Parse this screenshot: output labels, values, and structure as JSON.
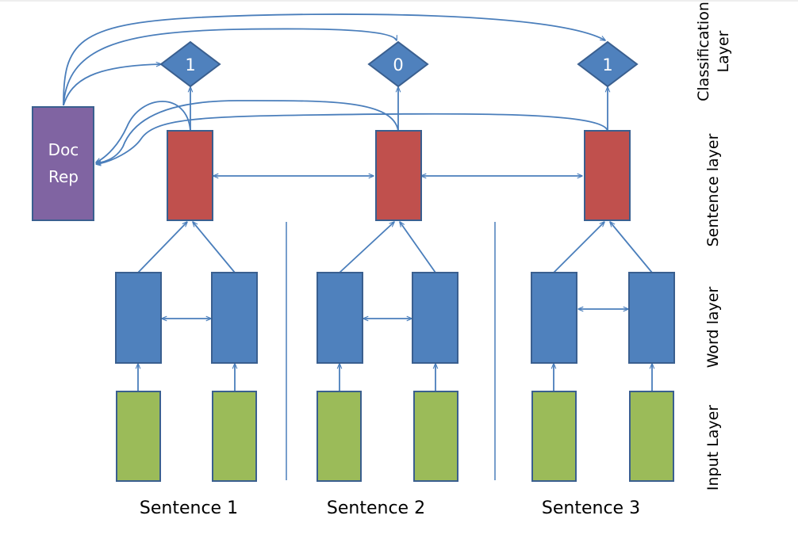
{
  "colors": {
    "input": "#9BBB59",
    "word": "#4F81BD",
    "sentence": "#C0504D",
    "doc": "#8064A2",
    "classifier": "#4F81BD",
    "stroke": "#3A5F8F",
    "arrow": "#4A7EBB",
    "separator": "#4A7EBB",
    "text": "#000000",
    "node_text": "#ffffff"
  },
  "doc_rep": {
    "line1": "Doc",
    "line2": "Rep"
  },
  "classification_values": [
    "1",
    "0",
    "1"
  ],
  "sentence_labels": [
    "Sentence 1",
    "Sentence 2",
    "Sentence 3"
  ],
  "layer_labels": {
    "classification_line1": "Classification",
    "classification_line2": "Layer",
    "sentence": "Sentence layer",
    "word": "Word layer",
    "input": "Input Layer"
  }
}
